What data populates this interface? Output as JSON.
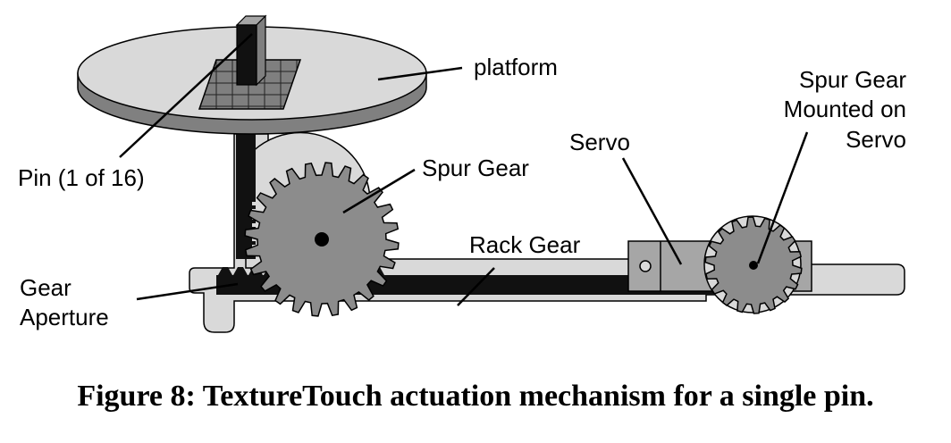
{
  "labels": {
    "platform": "platform",
    "pin": "Pin (1 of 16)",
    "spur_gear": "Spur Gear",
    "servo": "Servo",
    "spur_gear_servo": [
      "Spur Gear",
      "Mounted on",
      "Servo"
    ],
    "rack_gear": "Rack Gear",
    "gear_aperture": [
      "Gear",
      "Aperture"
    ]
  },
  "caption": "Figure 8: TextureTouch actuation mechanism for a single pin.",
  "colors": {
    "outline": "#000000",
    "light_gray": "#d9d9d9",
    "mid_gray": "#a6a6a6",
    "dark_gray": "#808080",
    "gear_gray": "#8c8c8c",
    "black": "#111111"
  }
}
